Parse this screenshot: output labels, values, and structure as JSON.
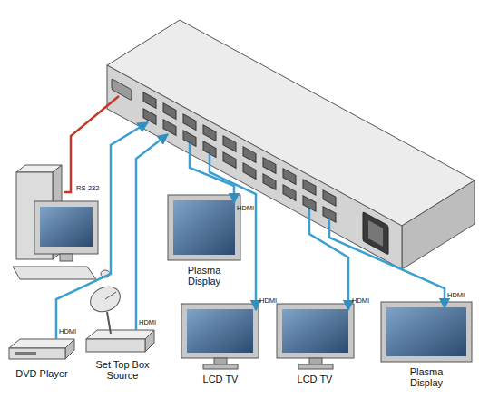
{
  "diagram": {
    "nodes": [
      {
        "text": [
          "Plasma Display"
        ]
      },
      {
        "text": [
          "DVD Player"
        ]
      },
      {
        "text": [
          "Set Top Box Source"
        ]
      },
      {
        "text": [
          "LCD TV"
        ]
      },
      {
        "text": [
          "LCD TV"
        ]
      },
      {
        "text": [
          "Plasma Display"
        ]
      }
    ],
    "labels": [
      "RS-232",
      "HDMI",
      "HDMI",
      "HDMI",
      "HDMI",
      "HDMI",
      "HDMI"
    ]
  }
}
